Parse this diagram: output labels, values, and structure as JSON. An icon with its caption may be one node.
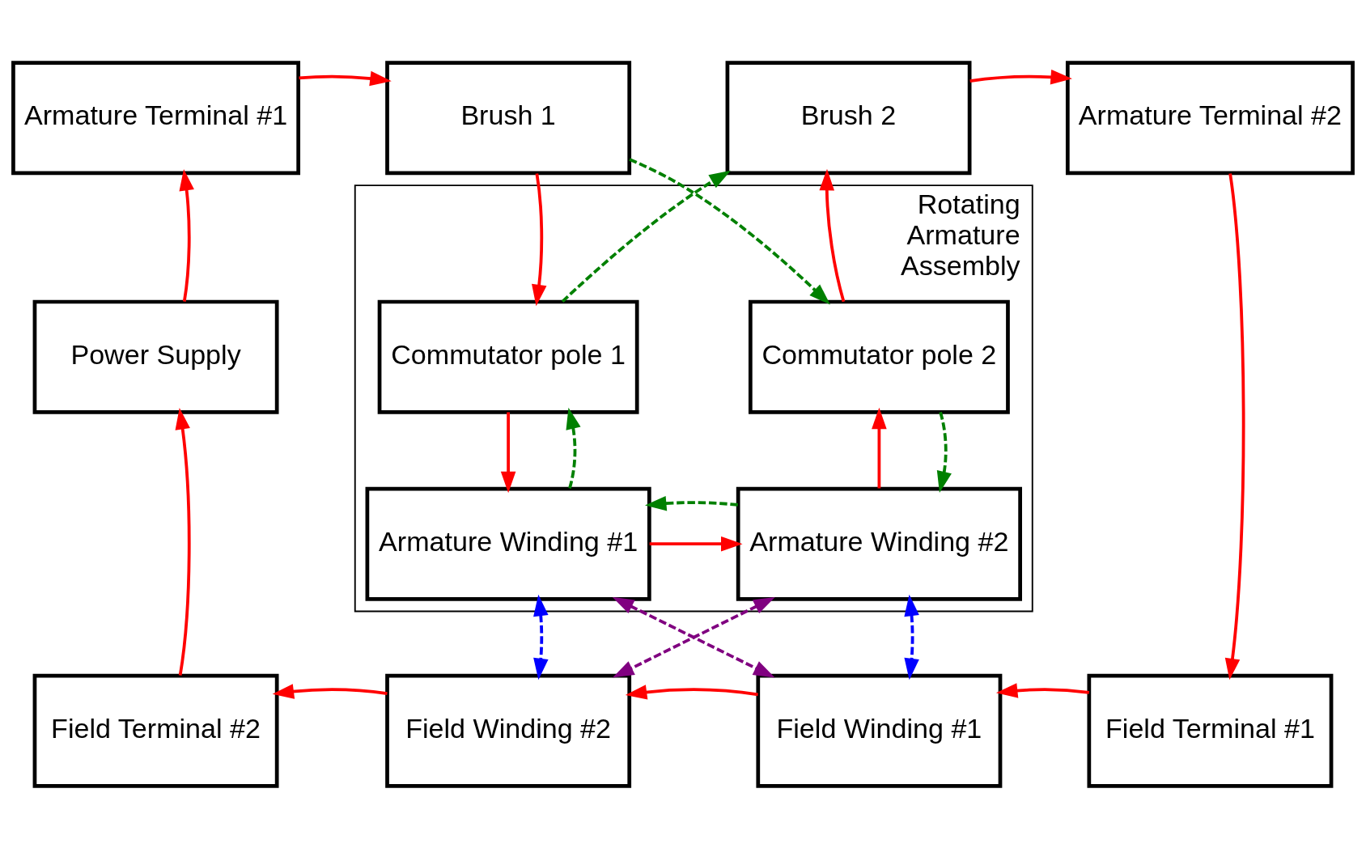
{
  "diagram": {
    "nodes": [
      {
        "text": [
          "Armature Terminal #1"
        ]
      },
      {
        "text": [
          "Brush 1"
        ]
      },
      {
        "text": [
          "Brush 2"
        ]
      },
      {
        "text": [
          "Armature Terminal #2"
        ]
      },
      {
        "text": [
          "Rotating Armature Assembly"
        ]
      },
      {
        "text": [
          "Commutator pole 1"
        ],
        "in": 4
      },
      {
        "text": [
          "Commutator pole 2"
        ],
        "in": 4
      },
      {
        "text": [
          "Armature Winding #1"
        ],
        "in": 4
      },
      {
        "text": [
          "Armature Winding #2"
        ],
        "in": 4
      },
      {
        "text": [
          "Power Supply"
        ]
      },
      {
        "text": [
          "Field Terminal #2"
        ]
      },
      {
        "text": [
          "Field Winding #2"
        ]
      },
      {
        "text": [
          "Field Winding #1"
        ]
      },
      {
        "text": [
          "Field Terminal #1"
        ]
      }
    ],
    "edges": [
      {
        "from": 0,
        "to": 1,
        "arrow": "to"
      },
      {
        "from": 1,
        "to": 5,
        "arrow": "to"
      },
      {
        "from": 5,
        "to": 7,
        "arrow": "to"
      },
      {
        "from": 7,
        "to": 8,
        "arrow": "to"
      },
      {
        "from": 8,
        "to": 6,
        "arrow": "to"
      },
      {
        "from": 6,
        "to": 2,
        "arrow": "to"
      },
      {
        "from": 2,
        "to": 3,
        "arrow": "to"
      },
      {
        "from": 3,
        "to": 13,
        "arrow": "to"
      },
      {
        "from": 13,
        "to": 12,
        "arrow": "to"
      },
      {
        "from": 12,
        "to": 11,
        "arrow": "to"
      },
      {
        "from": 11,
        "to": 10,
        "arrow": "to"
      },
      {
        "from": 10,
        "to": 9,
        "arrow": "to"
      },
      {
        "from": 9,
        "to": 0,
        "arrow": "to"
      },
      {
        "from": 1,
        "to": 6,
        "arrow": "to",
        "style": "dashed",
        "color": "#008000"
      },
      {
        "from": 5,
        "to": 2,
        "arrow": "to",
        "style": "dashed",
        "color": "#008000"
      },
      {
        "from": 7,
        "to": 5,
        "arrow": "to",
        "style": "dashed",
        "color": "#008000"
      },
      {
        "from": 6,
        "to": 8,
        "arrow": "to",
        "style": "dashed",
        "color": "#008000"
      },
      {
        "from": 8,
        "to": 7,
        "arrow": "to",
        "style": "dashed",
        "color": "#008000"
      },
      {
        "from": 7,
        "to": 11,
        "arrow": "both",
        "style": "dashed",
        "color": "#0000ff"
      },
      {
        "from": 8,
        "to": 12,
        "arrow": "both",
        "style": "dashed",
        "color": "#0000ff"
      },
      {
        "from": 7,
        "to": 12,
        "arrow": "both",
        "style": "dashed",
        "color": "#800080"
      },
      {
        "from": 8,
        "to": 11,
        "arrow": "both",
        "style": "dashed",
        "color": "#800080"
      }
    ]
  }
}
